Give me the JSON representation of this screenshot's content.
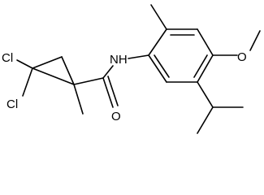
{
  "molecule": {
    "atom_labels": {
      "cl1": "Cl",
      "cl2": "Cl",
      "nh": "NH",
      "o_carbonyl": "O",
      "o_methoxy": "O"
    }
  }
}
